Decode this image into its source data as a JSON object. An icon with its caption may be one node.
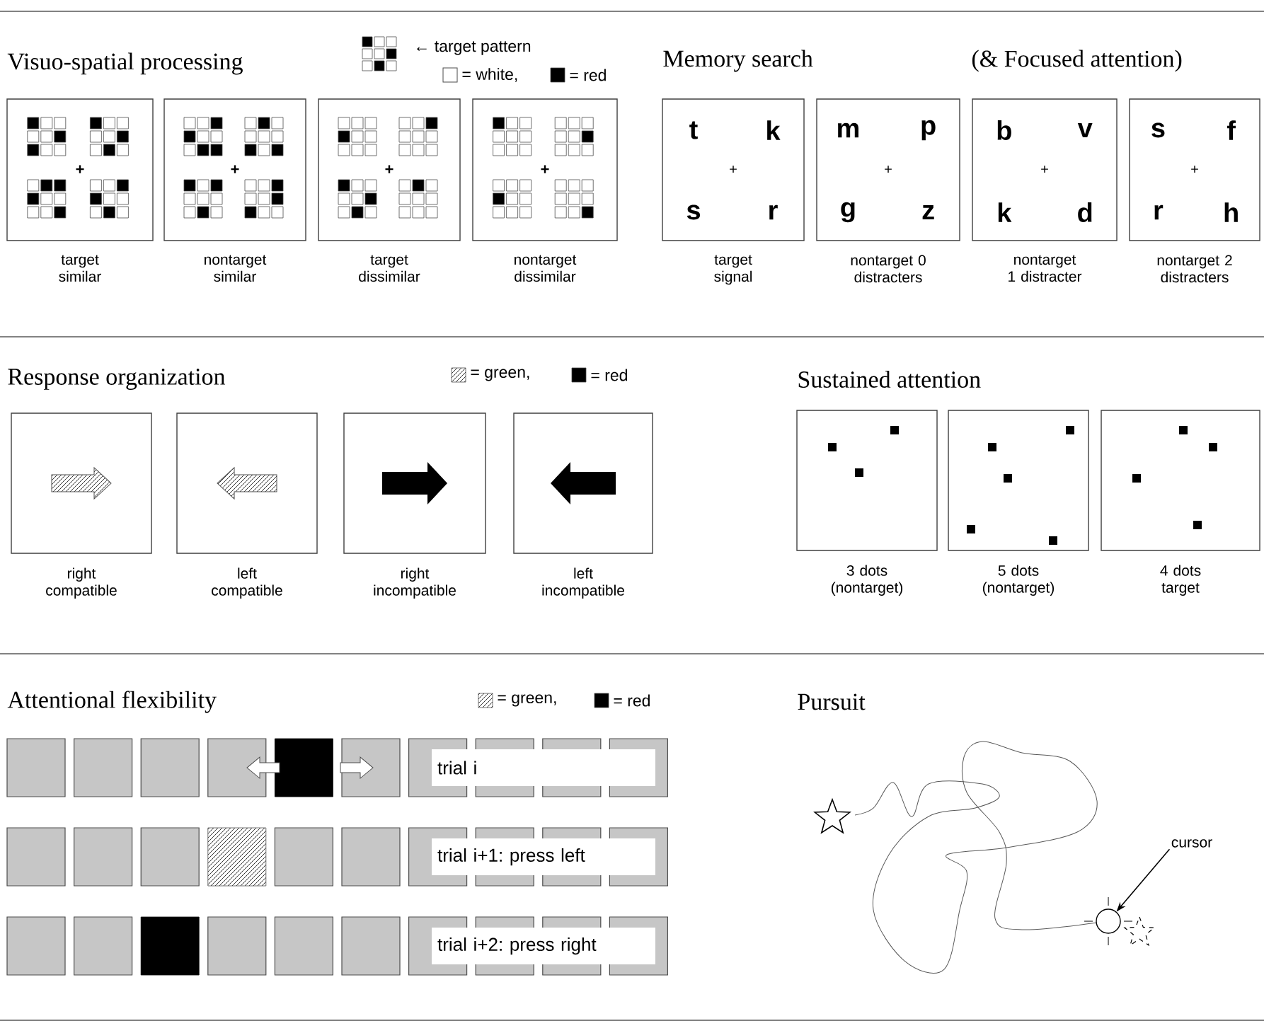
{
  "diagram": {
    "nodes": [
      {
        "text": [
          "+"
        ],
        "beside": [
          "target similar"
        ]
      },
      {
        "text": [
          "+"
        ],
        "beside": [
          "nontarget similar"
        ]
      },
      {
        "text": [
          "+"
        ],
        "beside": [
          "target dissimilar"
        ]
      },
      {
        "text": [
          "+"
        ],
        "beside": [
          "nontarget dissimilar"
        ]
      },
      {
        "text": [
          "t",
          "k",
          "+",
          "s",
          "r"
        ],
        "beside": [
          "target signal"
        ]
      },
      {
        "text": [
          "m",
          "p",
          "+",
          "g",
          "z"
        ],
        "beside": [
          "nontarget 0 distracters"
        ]
      },
      {
        "text": [
          "b",
          "v",
          "+",
          "k",
          "d"
        ],
        "beside": [
          "nontarget 1 distracter"
        ]
      },
      {
        "text": [
          "s",
          "f",
          "+",
          "r",
          "h"
        ],
        "beside": [
          "nontarget 2 distracters"
        ]
      },
      {
        "text": [],
        "shape": "box",
        "beside": [
          "right compatible"
        ]
      },
      {
        "text": [],
        "shape": "box",
        "beside": [
          "left compatible"
        ]
      },
      {
        "text": [],
        "shape": "box",
        "beside": [
          "right incompatible"
        ]
      },
      {
        "text": [],
        "shape": "box",
        "beside": [
          "left incompatible"
        ]
      },
      {
        "text": [],
        "shape": "box",
        "beside": [
          "3 dots (nontarget)"
        ]
      },
      {
        "text": [],
        "shape": "box",
        "beside": [
          "5 dots (nontarget)"
        ]
      },
      {
        "text": [],
        "shape": "box",
        "beside": [
          "4 dots target"
        ]
      },
      {
        "text": [
          "trial i"
        ]
      },
      {
        "text": [
          "trial i+1: press left"
        ]
      },
      {
        "text": [
          "trial i+2: press right"
        ]
      },
      {
        "text": [
          "cursor"
        ]
      },
      {
        "text": [],
        "shape": "circle"
      }
    ],
    "edges": [
      {
        "from": 18,
        "to": 19,
        "arrow": "to"
      }
    ],
    "labels": [
      "Visuo-spatial processing",
      "← target pattern",
      "Memory search",
      "(& Focused attention)",
      "Response organization",
      "Sustained attention",
      "Attentional flexibility",
      "Pursuit"
    ],
    "legend": [
      {
        "text": "= white,"
      },
      {
        "text": "= red",
        "color": "#000000"
      },
      {
        "text": "= green,"
      },
      {
        "text": "= red",
        "color": "#000000"
      },
      {
        "text": "= green,"
      },
      {
        "text": "= red",
        "color": "#000000"
      }
    ]
  }
}
